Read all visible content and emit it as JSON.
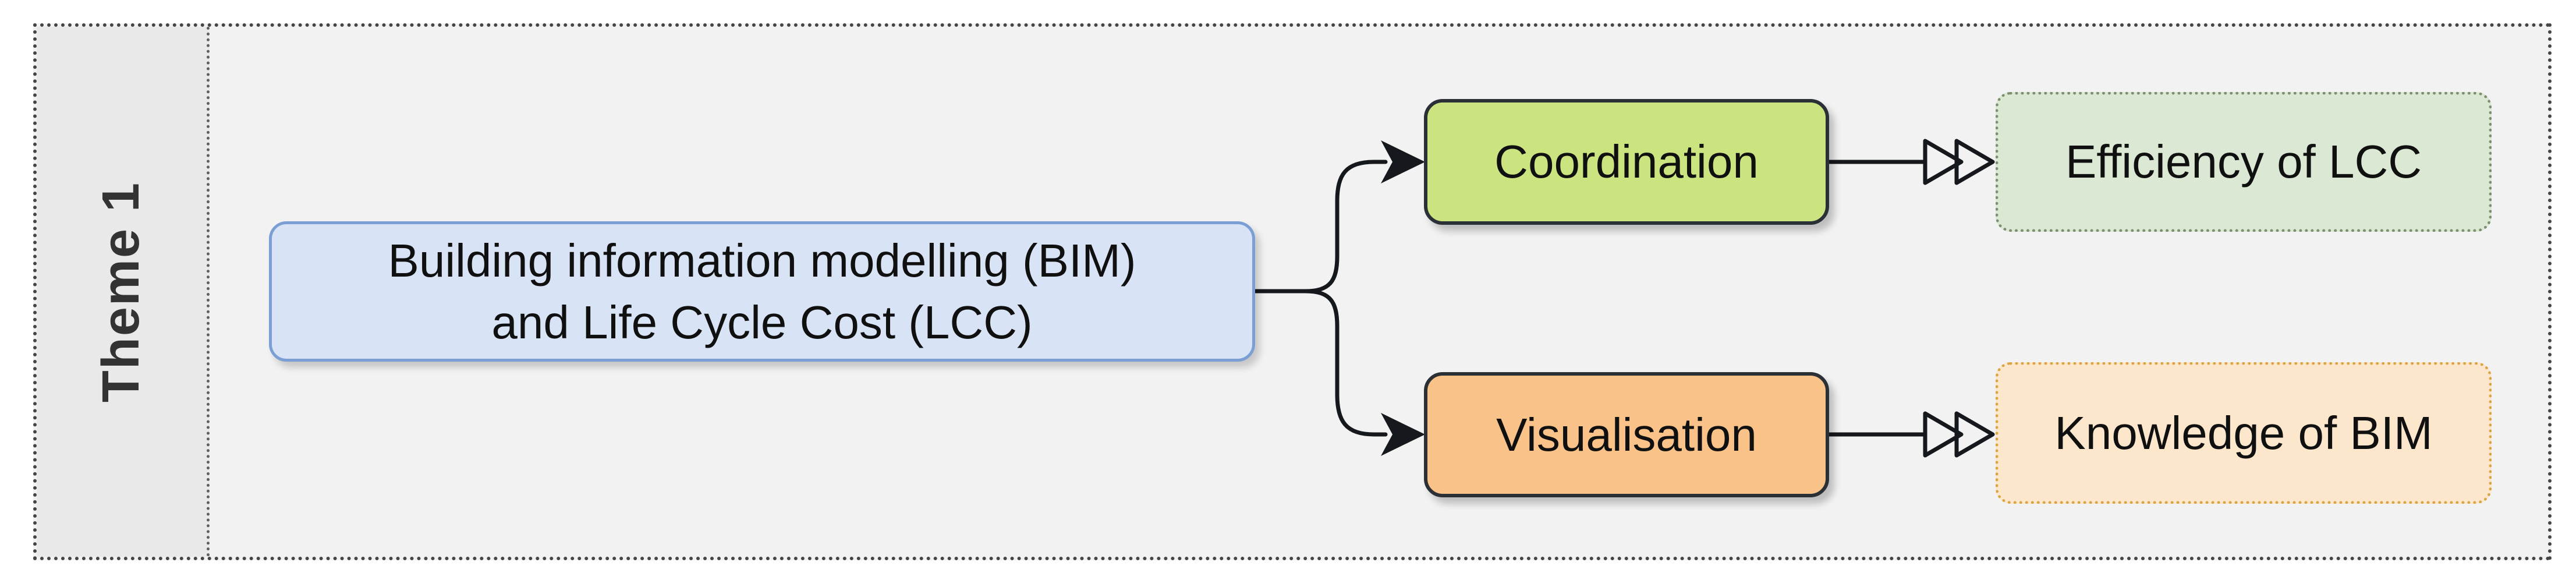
{
  "theme": {
    "label": "Theme 1"
  },
  "nodes": {
    "root": {
      "line1": "Building information modelling (BIM)",
      "line2": "and Life Cycle Cost (LCC)"
    },
    "coordination": {
      "label": "Coordination"
    },
    "visualisation": {
      "label": "Visualisation"
    },
    "efficiency": {
      "label": "Efficiency of LCC"
    },
    "knowledge": {
      "label": "Knowledge of BIM"
    }
  },
  "colors": {
    "figure-bg": "#f2f2f2",
    "frame-dot": "#454545",
    "theme-bg": "#e9e9e9",
    "theme-dot": "#5f5f5f",
    "theme-text": "#333333",
    "root-fill": "#d8e4f6",
    "root-border": "#7b9fd4",
    "coordination-fill": "#cce47f",
    "visualisation-fill": "#f8c289",
    "solid-border": "#2b3036",
    "efficiency-fill": "#dbe9d4",
    "efficiency-dot": "#7d8f6e",
    "knowledge-fill": "#fce6cc",
    "knowledge-dot": "#d9a643",
    "edge": "#15181c",
    "text": "#101010"
  }
}
